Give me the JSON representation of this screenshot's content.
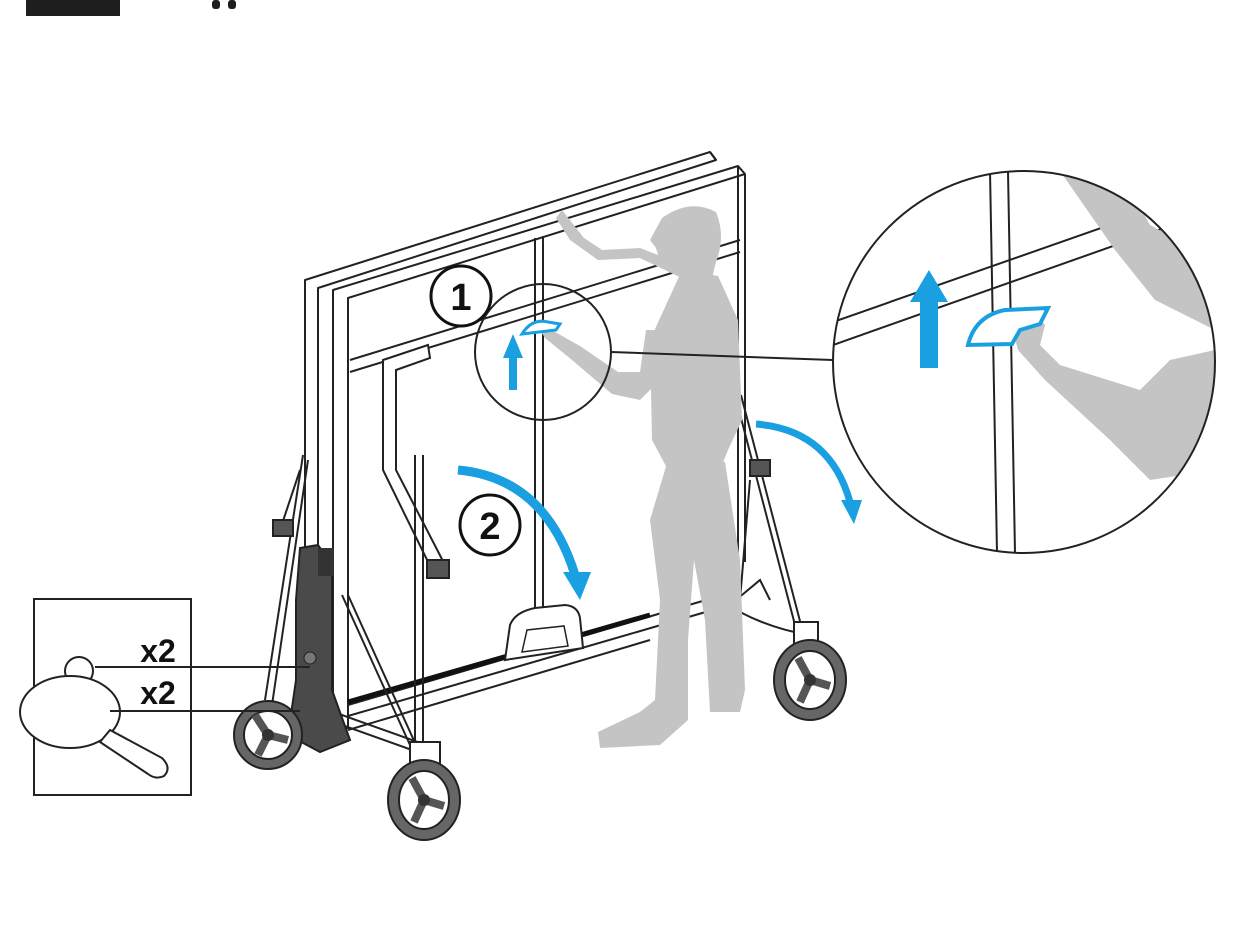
{
  "steps": {
    "step1": "1",
    "step2": "2"
  },
  "accessories": {
    "balls_qty": "x2",
    "bats_qty": "x2"
  },
  "colors": {
    "accent": "#1a9fe0",
    "person": "#c4c4c4",
    "line": "#222222",
    "tab": "#1e1e1e"
  },
  "icons": [
    "up-arrow-icon",
    "curved-arrow-icon",
    "ball-icon",
    "bat-icon"
  ]
}
